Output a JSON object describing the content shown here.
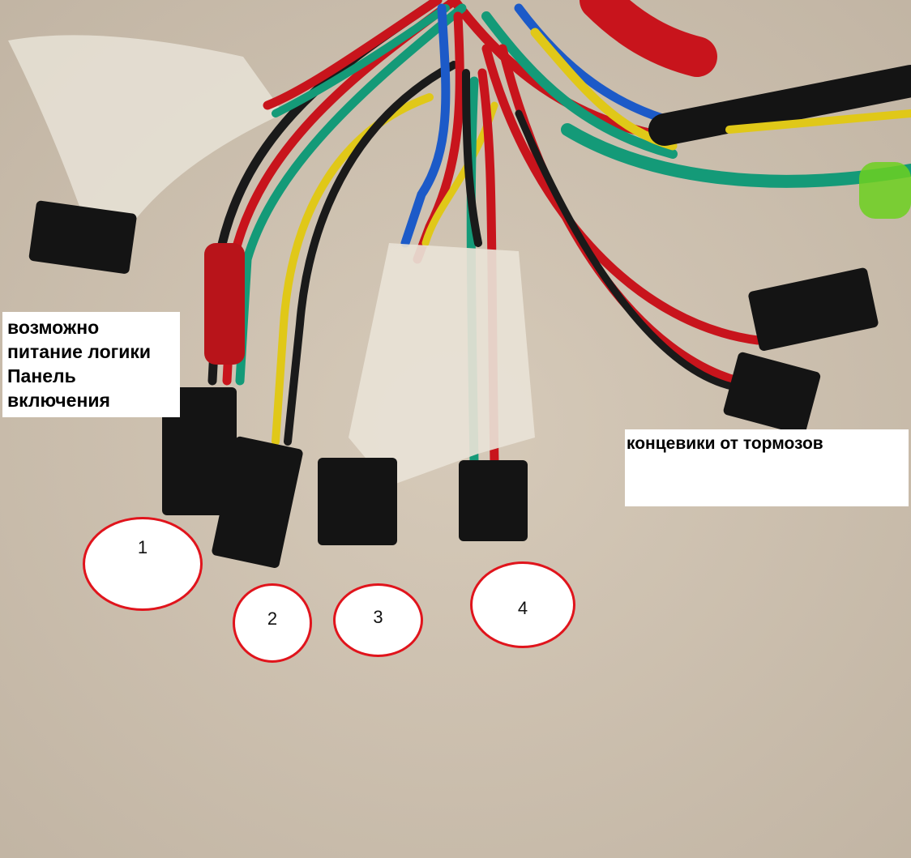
{
  "annotations": {
    "left_note": [
      "возможно",
      "питание логики",
      "Панель",
      "включения"
    ],
    "right_note": "концевики от тормозов",
    "connector_numbers": [
      "1",
      "2",
      "3",
      "4"
    ]
  },
  "colors": {
    "background": "#cfc3b3",
    "circle_outline": "#e0141c",
    "wire_red": "#c8141c",
    "wire_green": "#149a78",
    "wire_blue": "#1c5ac8",
    "wire_yellow": "#e0c818",
    "wire_black": "#1a1a1a"
  }
}
